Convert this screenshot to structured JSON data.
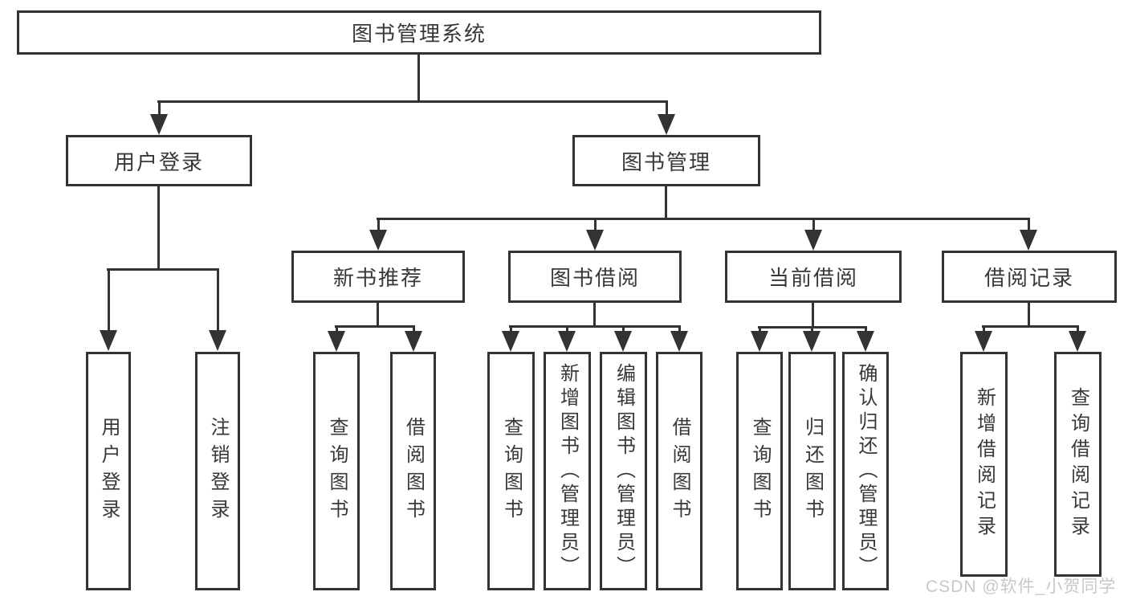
{
  "colors": {
    "line": "#333333",
    "text": "#383838",
    "background": "#ffffff",
    "watermark_color": "#c8c8c8"
  },
  "watermark": "CSDN @软件_小贺同学",
  "nodes": {
    "root": "图书管理系统",
    "user_login": "用户登录",
    "book_mgmt": "图书管理",
    "new_book_rec": "新书推荐",
    "book_borrow": "图书借阅",
    "current_borrow": "当前借阅",
    "borrow_records": "借阅记录",
    "leaf_user_login": "用户登录",
    "leaf_logout": "注销登录",
    "rec_query_books": "查询图书",
    "rec_borrow_books": "借阅图书",
    "bor_query_books": "查询图书",
    "bor_add_books": "新增图书（管理员）",
    "bor_edit_books": "编辑图书（管理员）",
    "bor_borrow_books": "借阅图书",
    "cur_query_books": "查询图书",
    "cur_return_books": "归还图书",
    "cur_confirm_return": "确认归还（管理员）",
    "rcd_add_record": "新增借阅记录",
    "rcd_query_record": "查询借阅记录"
  }
}
